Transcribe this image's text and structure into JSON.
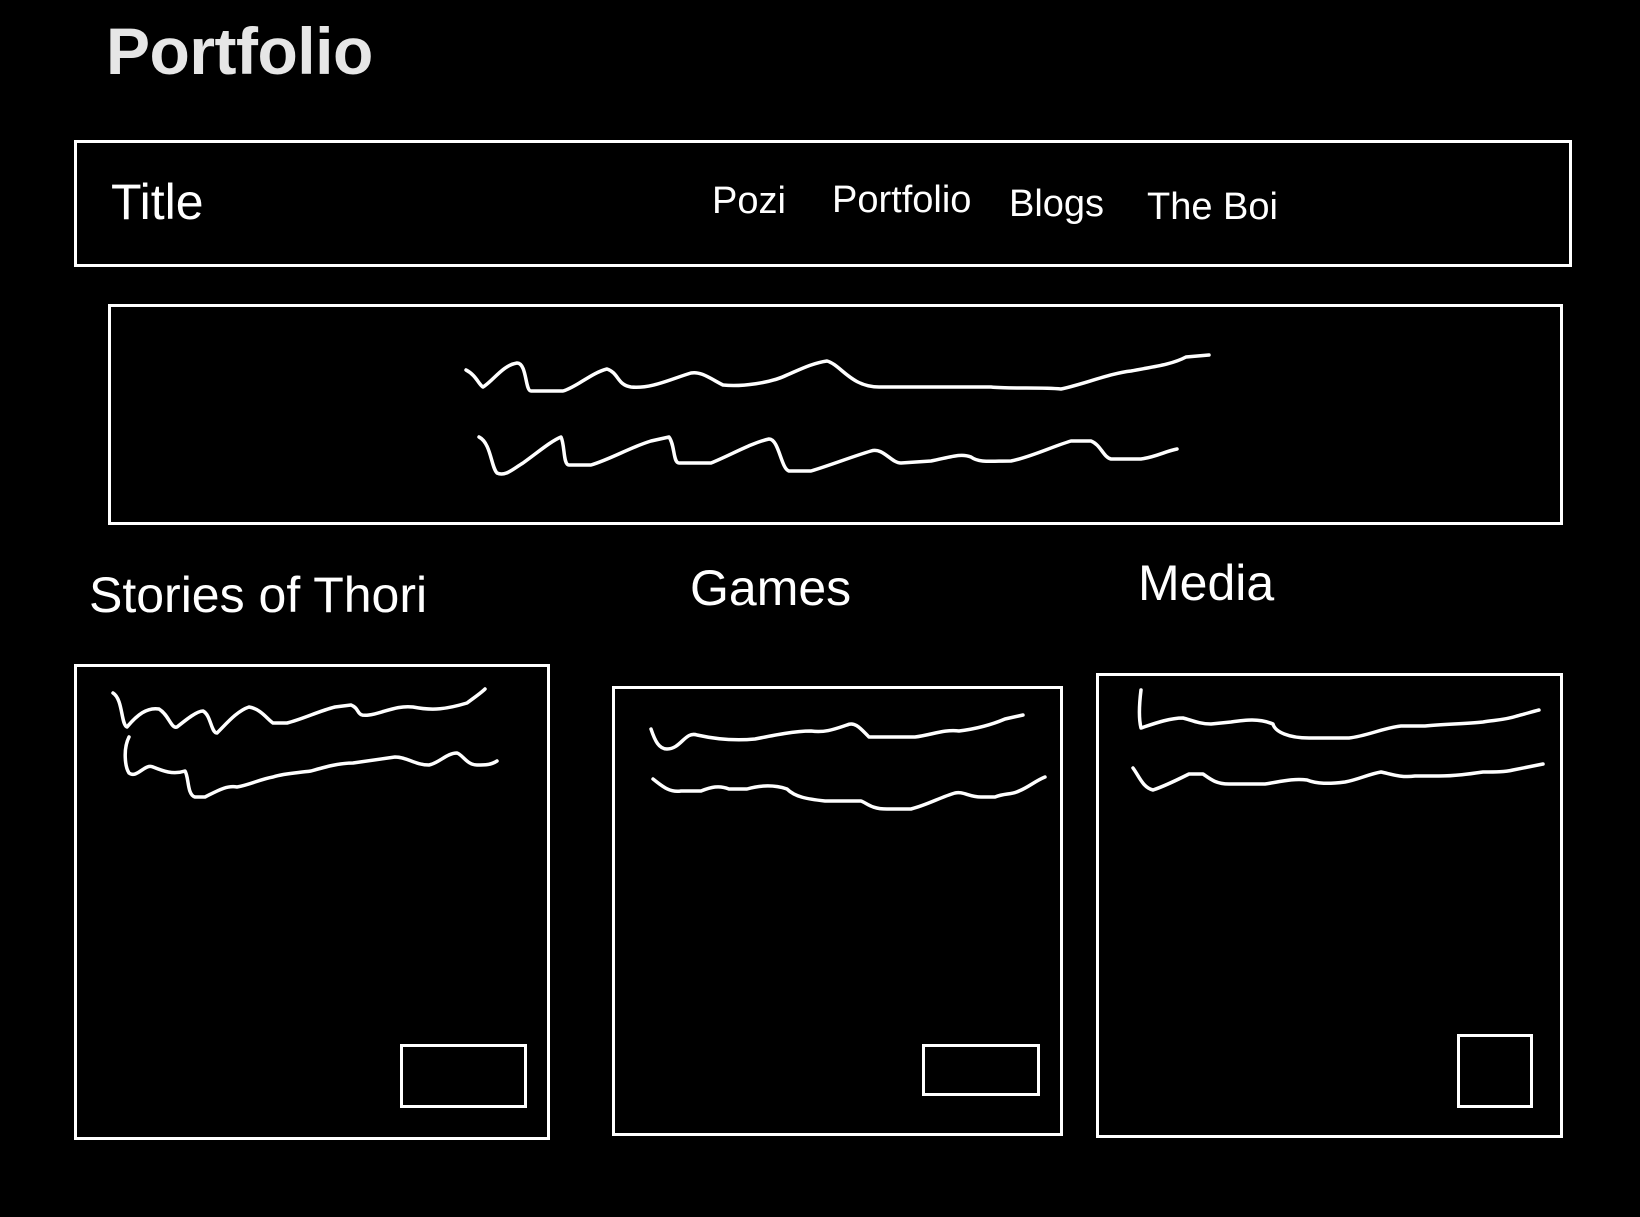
{
  "page_heading": "Portfolio",
  "navbar": {
    "title": "Title",
    "links": [
      "Pozi",
      "Portfolio",
      "Blogs",
      "The Boi"
    ]
  },
  "hero": {
    "content": "scribbled placeholder text (2 lines)"
  },
  "sections": [
    {
      "label": "Stories of Thori"
    },
    {
      "label": "Games"
    },
    {
      "label": "Media"
    }
  ],
  "colors": {
    "background": "#000000",
    "stroke": "#ffffff",
    "heading": "#e6e6e6"
  }
}
